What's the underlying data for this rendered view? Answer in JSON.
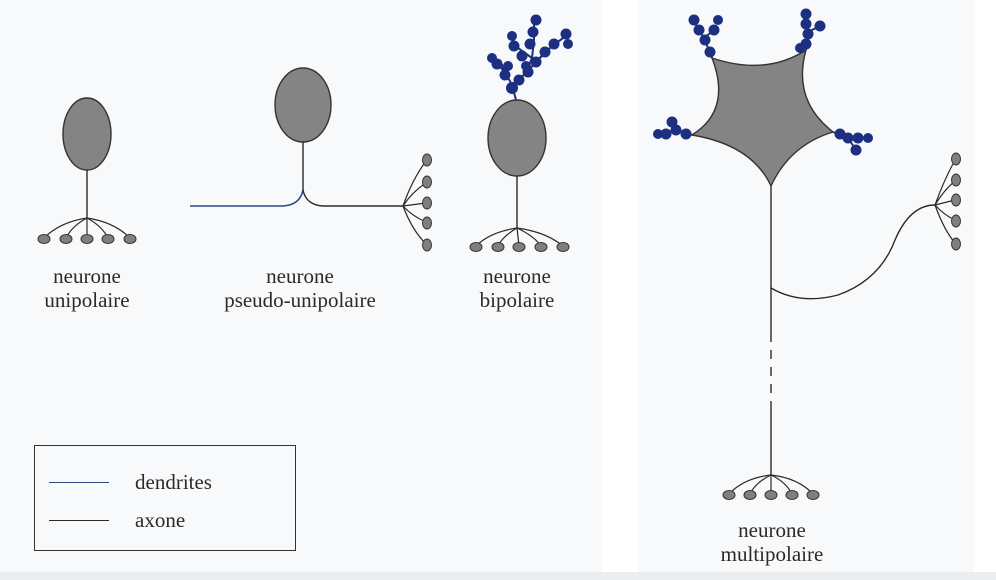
{
  "labels": {
    "unipolar": {
      "line1": "neurone",
      "line2": "unipolaire"
    },
    "pseudo": {
      "line1": "neurone",
      "line2": "pseudo-unipolaire"
    },
    "bipolar": {
      "line1": "neurone",
      "line2": "bipolaire"
    },
    "multipolar": {
      "line1": "neurone",
      "line2": "multipolaire"
    }
  },
  "legend": {
    "dendrites": "dendrites",
    "axon": "axone"
  },
  "colors": {
    "soma": "#848484",
    "dendrite_line": "#2b4a8a",
    "dendrite_dots": "#1c2f80",
    "axon_line": "#2a2a2a",
    "terminal": "#7f7f7f"
  }
}
